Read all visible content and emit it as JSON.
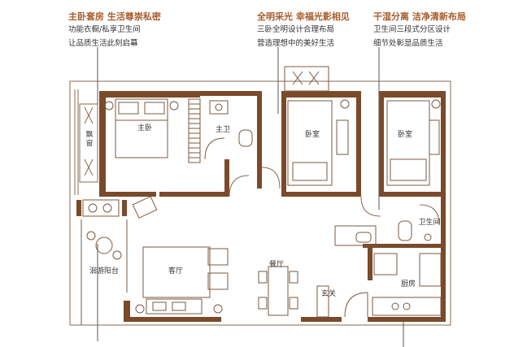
{
  "callouts": [
    {
      "title": "主卧套房 生活尊崇私密",
      "lines": [
        "功能衣橱/私享卫生间",
        "让品质生活此刻启幕"
      ]
    },
    {
      "title": "全明采光 幸福光影相见",
      "lines": [
        "三卧全明设计合理布局",
        "营造理想中的美好生活"
      ]
    },
    {
      "title": "干湿分离 洁净清新布局",
      "lines": [
        "卫生间三段式分区设计",
        "细节处彰显品质生活"
      ]
    }
  ],
  "rooms": {
    "master_bedroom": "主卧",
    "master_bath": "主卫",
    "bedroom_1": "卧室",
    "bedroom_2": "卧室",
    "bathroom": "卫生间",
    "bay_window": "飘窗",
    "balcony": "洄游阳台",
    "living_room": "客厅",
    "dining_room": "餐厅",
    "entrance": "玄关",
    "kitchen": "厨房"
  },
  "colors": {
    "wall": "#7a4a2a",
    "accent_text": "#a85c2c",
    "line": "#8a6a50"
  }
}
